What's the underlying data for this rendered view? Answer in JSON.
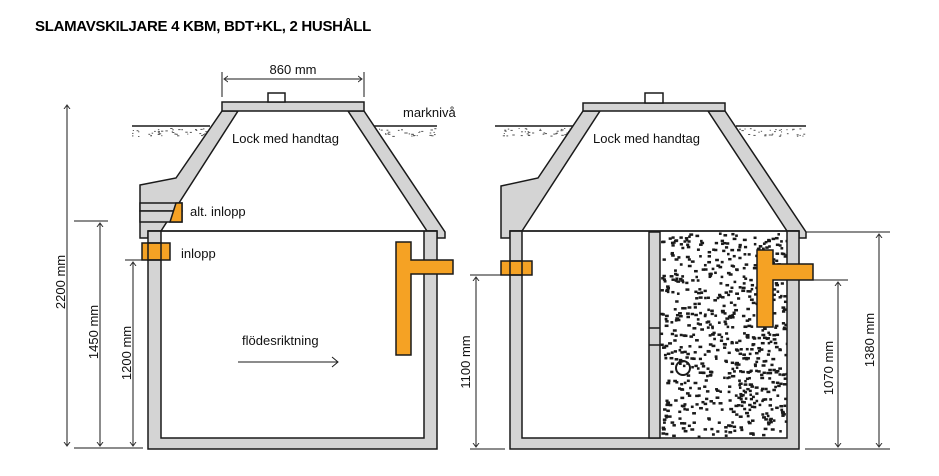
{
  "title": "SLAMAVSKILJARE 4 KBM, BDT+KL, 2 HUSHÅLL",
  "colors": {
    "concrete": "#d4d4d4",
    "pipe": "#f5a224",
    "line": "#1a1a1a"
  },
  "left_tank": {
    "lid_width": "860 mm",
    "ground_label": "marknivå",
    "lid_label": "Lock med handtag",
    "alt_inlet_label": "alt. inlopp",
    "inlet_label": "inlopp",
    "flow_label": "flödesriktning",
    "dim_total": "2200 mm",
    "dim_alt_inlet": "1450 mm",
    "dim_inlet": "1200 mm"
  },
  "right_tank": {
    "lid_label": "Lock med handtag",
    "dim_inlet": "1100 mm",
    "dim_outlet": "1070 mm",
    "dim_height": "1380 mm"
  }
}
